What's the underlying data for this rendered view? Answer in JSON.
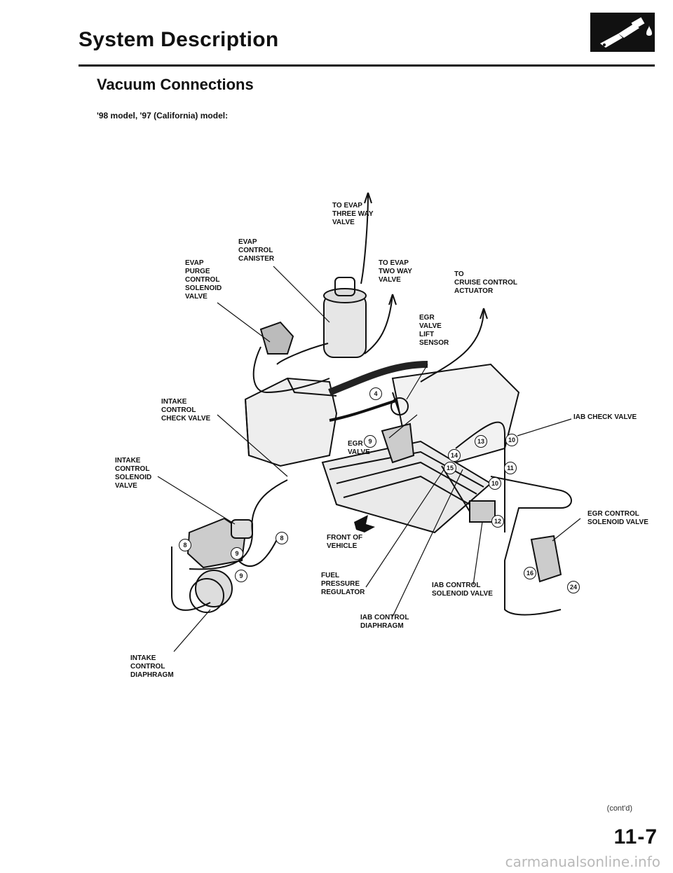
{
  "header": {
    "title": "System Description",
    "section": "Vacuum Connections",
    "model_note": "'98 model, '97 (California) model:"
  },
  "labels": {
    "to_evap_three_way": "To EVAP\nTHREE WAY\nVALVE",
    "evap_canister": "EVAP\nCONTROL\nCANISTER",
    "evap_purge": "EVAP\nPURGE\nCONTROL\nSOLENOID\nVALVE",
    "to_evap_two_way": "To EVAP\nTWO WAY\nVALVE",
    "to_cruise": "To\nCRUISE CONTROL\nACTUATOR",
    "egr_lift_sensor": "EGR\nVALVE\nLIFT\nSENSOR",
    "intake_check_valve": "INTAKE\nCONTROL\nCHECK VALVE",
    "iab_check_valve": "IAB CHECK VALVE",
    "egr_valve": "EGR\nVALVE",
    "intake_solenoid": "INTAKE\nCONTROL\nSOLENOID\nVALVE",
    "egr_control_solenoid": "EGR CONTROL\nSOLENOID VALVE",
    "front_of_vehicle": "FRONT OF\nVEHICLE",
    "fuel_pressure_regulator": "FUEL\nPRESSURE\nREGULATOR",
    "iab_control_solenoid": "IAB CONTROL\nSOLENOID VALVE",
    "iab_control_diaphragm": "IAB CONTROL\nDIAPHRAGM",
    "intake_diaphragm": "INTAKE\nCONTROL\nDIAPHRAGM"
  },
  "hose_numbers": [
    "4",
    "8",
    "9",
    "9",
    "8",
    "9",
    "10",
    "10",
    "11",
    "12",
    "13",
    "14",
    "15",
    "16",
    "24"
  ],
  "footer": {
    "contd": "(cont'd)",
    "page_number": "11-7",
    "watermark": "carmanualsonline.info"
  }
}
